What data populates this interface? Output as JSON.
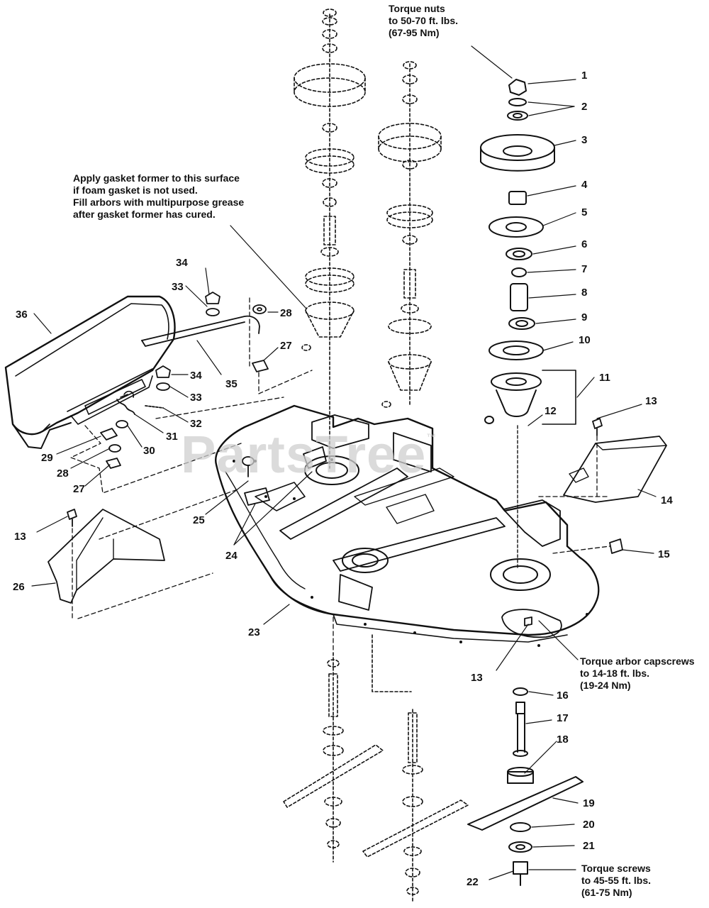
{
  "watermark": "PartsTree",
  "watermark_tm": "™",
  "notes": {
    "torque_nuts": [
      "Torque nuts",
      "to 50-70 ft. lbs.",
      "(67-95 Nm)"
    ],
    "gasket": [
      "Apply gasket former to this surface",
      "if foam gasket is not used.",
      "Fill arbors with multipurpose grease",
      "after gasket former has cured."
    ],
    "capscrews": [
      "Torque arbor capscrews",
      "to 14-18 ft. lbs.",
      "(19-24 Nm)"
    ],
    "screws": [
      "Torque screws",
      "to 45-55 ft. lbs.",
      "(61-75 Nm)"
    ]
  },
  "callouts": {
    "n1": "1",
    "n2": "2",
    "n3": "3",
    "n4": "4",
    "n5": "5",
    "n6": "6",
    "n7": "7",
    "n8": "8",
    "n9": "9",
    "n10": "10",
    "n11": "11",
    "n12": "12",
    "n13a": "13",
    "n13b": "13",
    "n13c": "13",
    "n14": "14",
    "n15": "15",
    "n16": "16",
    "n17": "17",
    "n18": "18",
    "n19": "19",
    "n20": "20",
    "n21": "21",
    "n22": "22",
    "n23": "23",
    "n24": "24",
    "n25": "25",
    "n26": "26",
    "n27a": "27",
    "n27b": "27",
    "n28a": "28",
    "n28b": "28",
    "n29": "29",
    "n30": "30",
    "n31": "31",
    "n32": "32",
    "n33a": "33",
    "n33b": "33",
    "n34a": "34",
    "n34b": "34",
    "n35": "35",
    "n36": "36"
  }
}
